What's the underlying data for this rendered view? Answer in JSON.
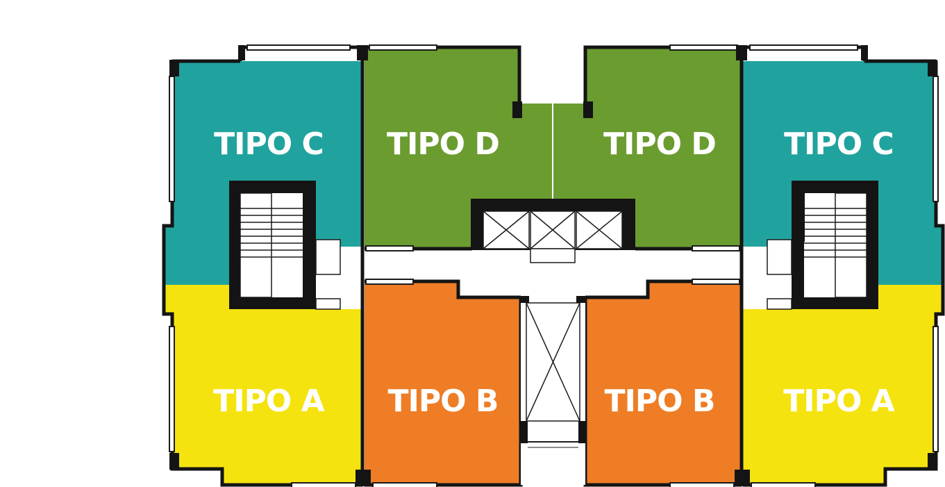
{
  "diagram": {
    "units": [
      {
        "id": "c-left",
        "label": "TIPO C",
        "type": "C",
        "color": "#20a39e"
      },
      {
        "id": "d-left",
        "label": "TIPO D",
        "type": "D",
        "color": "#6b9c30"
      },
      {
        "id": "d-right",
        "label": "TIPO D",
        "type": "D",
        "color": "#6b9c30"
      },
      {
        "id": "c-right",
        "label": "TIPO C",
        "type": "C",
        "color": "#20a39e"
      },
      {
        "id": "a-left",
        "label": "TIPO A",
        "type": "A",
        "color": "#f5e30f"
      },
      {
        "id": "b-left",
        "label": "TIPO B",
        "type": "B",
        "color": "#ee7d26"
      },
      {
        "id": "b-right",
        "label": "TIPO B",
        "type": "B",
        "color": "#ee7d26"
      },
      {
        "id": "a-right",
        "label": "TIPO A",
        "type": "A",
        "color": "#f5e30f"
      }
    ],
    "wall_color": "#141414",
    "background": "#ffffff"
  }
}
